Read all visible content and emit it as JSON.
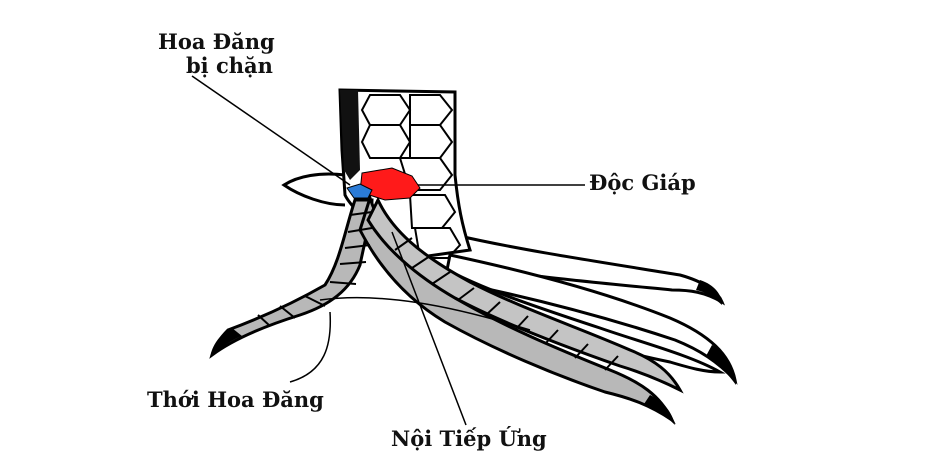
{
  "labels": {
    "hoa_dang_bi_chan_line1": "Hoa Đăng",
    "hoa_dang_bi_chan_line2": "bị chặn",
    "doc_giap": "Độc Giáp",
    "thoi_hoa_dang": "Thới Hoa Đăng",
    "noi_tiep_ung": "Nội Tiếp Ứng"
  },
  "colors": {
    "doc_giap_scale": "#ff1a1a",
    "hoa_dang_scale": "#2b7bd6",
    "toe_scale_fill": "#b8b8b8",
    "outline": "#000000"
  }
}
